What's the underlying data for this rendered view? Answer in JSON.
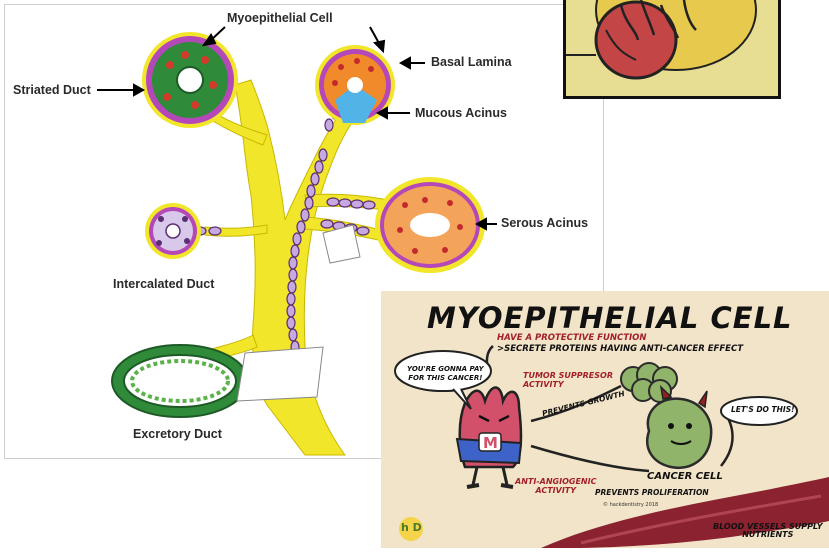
{
  "diagram": {
    "labels": {
      "myoepithelial": "Myoepithelial Cell",
      "basal_lamina": "Basal Lamina",
      "striated_duct": "Striated Duct",
      "mucous_acinus": "Mucous Acinus",
      "serous_acinus": "Serous Acinus",
      "intercalated_duct": "Intercalated Duct",
      "excretory_duct": "Excretory Duct"
    }
  },
  "cartoon": {
    "title": "MYOEPITHELIAL CELL",
    "function_line1": "HAVE A PROTECTIVE FUNCTION",
    "function_line2": ">SECRETE PROTEINS HAVING ANTI-CANCER EFFECT",
    "speech_left": [
      "YOU'RE GONNA PAY",
      "FOR THIS CANCER!"
    ],
    "tumor_suppressor": [
      "TUMOR SUPPRESOR",
      "ACTIVITY"
    ],
    "prevents_growth": "PREVENTS GROWTH",
    "speech_right": "LET'S DO THIS!",
    "cancer_cell": "CANCER CELL",
    "anti_angiogenic": [
      "ANTI-ANGIOGENIC",
      "ACTIVITY"
    ],
    "prevents_proliferation": "PREVENTS PROLIFERATION",
    "copyright": "© hackdentistry 2018",
    "blood_vessels": [
      "BLOOD VESSELS SUPPLY",
      "NUTRIENTS"
    ],
    "logo_text": "h D"
  },
  "colors": {
    "duct_yellow": "#f2e62a",
    "magenta": "#b548b8",
    "green": "#2f8a3a",
    "orange": "#f08a2a",
    "blue": "#52b4e6",
    "title_black": "#111111",
    "text_red": "#a3202a",
    "cell_pink": "#d2506a",
    "cancer_green": "#8fb46a",
    "vessel_red": "#8a2230"
  }
}
